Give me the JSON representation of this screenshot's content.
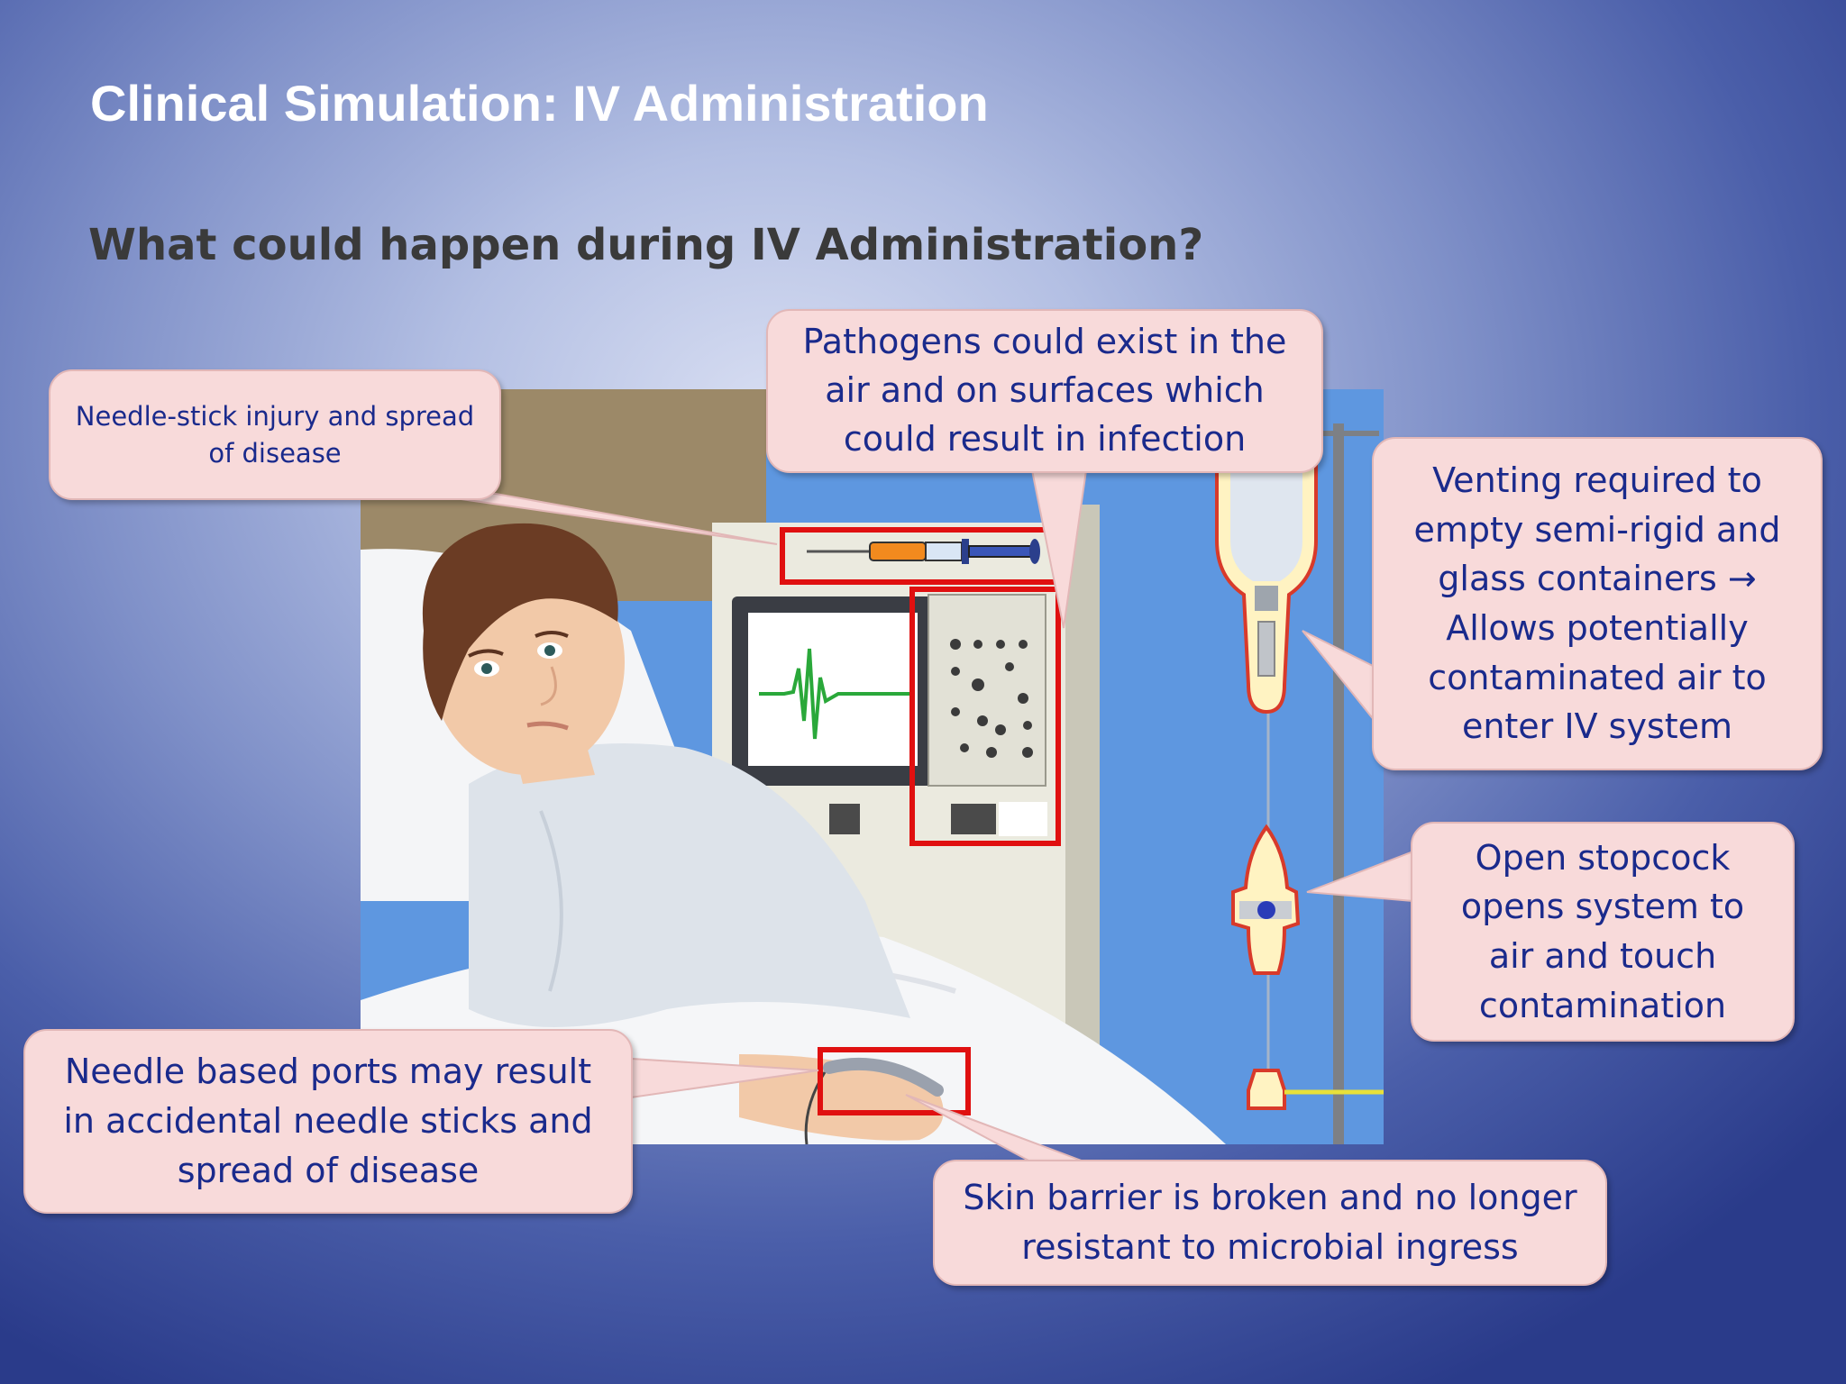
{
  "slide": {
    "title": "Clinical Simulation: IV Administration",
    "subtitle": "What could happen during IV Administration?"
  },
  "callouts": {
    "needle_stick": "Needle-stick injury and spread of disease",
    "pathogens": "Pathogens could exist in the air and on surfaces which could result in infection",
    "venting": "Venting required to empty semi-rigid and glass containers → Allows potentially contaminated air to enter IV system",
    "stopcock": "Open stopcock opens system to air and touch contamination",
    "needle_ports": "Needle based ports may result in accidental needle sticks and spread of disease",
    "skin_barrier": "Skin barrier is broken and no longer resistant to microbial ingress"
  },
  "colors": {
    "callout_fill": "#f8dada",
    "callout_text": "#1a2a8c",
    "highlight_box": "#e01010",
    "wall_blue": "#5e97e0"
  },
  "icons": [
    "syringe-icon",
    "iv-bag-icon",
    "stopcock-icon",
    "monitor-icon"
  ]
}
